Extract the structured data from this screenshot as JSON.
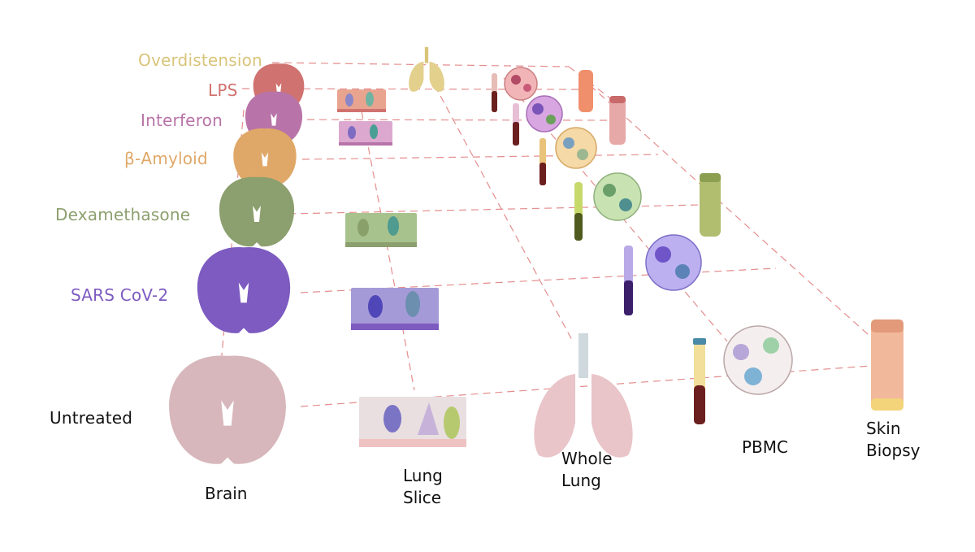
{
  "conditions": [
    {
      "label": "Overdistension",
      "color": "#d8c47a"
    },
    {
      "label": "LPS",
      "color": "#d0726f"
    },
    {
      "label": "Interferon",
      "color": "#b874a8"
    },
    {
      "label": "β-Amyloid",
      "color": "#e0a868"
    },
    {
      "label": "Dexamethasone",
      "color": "#8c9f6e"
    },
    {
      "label": "SARS CoV-2",
      "color": "#7d5bc0"
    },
    {
      "label": "Untreated",
      "color": "#111111"
    }
  ],
  "tissues": [
    {
      "label_line1": "Brain",
      "label_line2": ""
    },
    {
      "label_line1": "Lung",
      "label_line2": "Slice"
    },
    {
      "label_line1": "Whole",
      "label_line2": "Lung"
    },
    {
      "label_line1": "PBMC",
      "label_line2": ""
    },
    {
      "label_line1": "Skin",
      "label_line2": "Biopsy"
    }
  ],
  "colors": {
    "guide_line": "#e07a7a",
    "untreated_tissue": "#d7b7bb",
    "blood": "#6b1f1f",
    "plasma": "#e6c85a"
  }
}
